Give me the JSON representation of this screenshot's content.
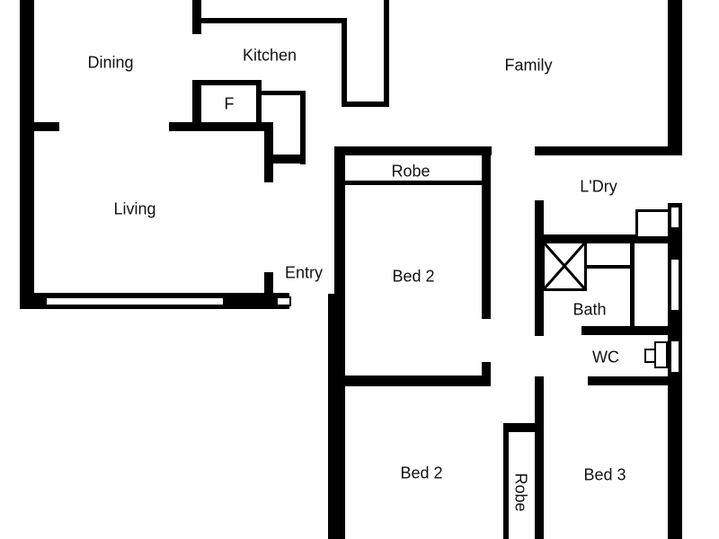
{
  "floorplan": {
    "rooms": {
      "dining": "Dining",
      "kitchen": "Kitchen",
      "family": "Family",
      "fridge": "F",
      "living": "Living",
      "entry": "Entry",
      "robe_1": "Robe",
      "bed_2_upper": "Bed 2",
      "laundry": "L'Dry",
      "bath": "Bath",
      "wc": "WC",
      "bed_2_lower": "Bed 2",
      "robe_2": "Robe",
      "bed_3": "Bed 3"
    },
    "colors": {
      "wall": "#000000",
      "background": "#ffffff",
      "text": "#111111"
    }
  }
}
